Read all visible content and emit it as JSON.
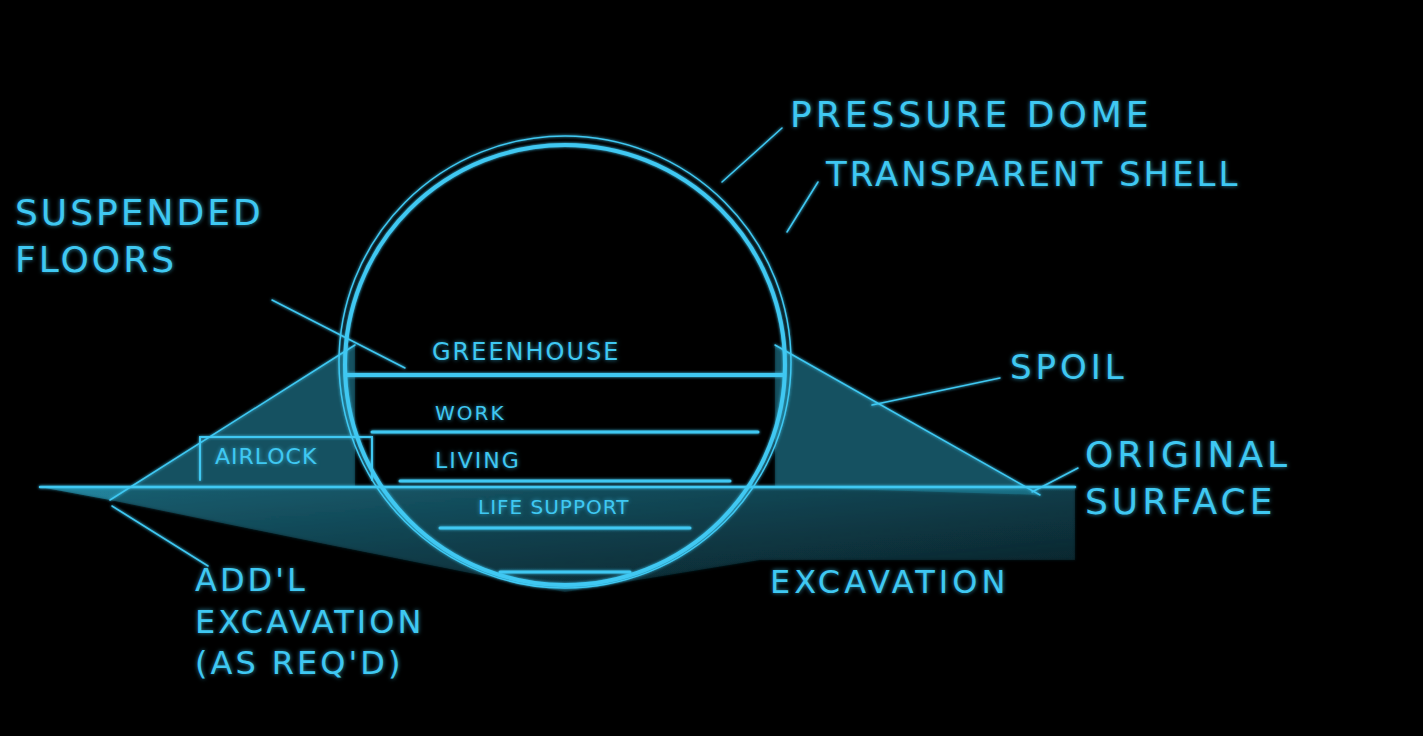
{
  "diagram": {
    "labels": [
      "PRESSURE DOME",
      "TRANSPARENT SHELL",
      "SUSPENDED FLOORS",
      "SPOIL",
      "ORIGINAL SURFACE",
      "EXCAVATION",
      "ADD'L EXCAVATION (AS REQ'D)",
      "AIRLOCK",
      "GREENHOUSE",
      "WORK",
      "LIVING",
      "LIFE SUPPORT"
    ]
  }
}
